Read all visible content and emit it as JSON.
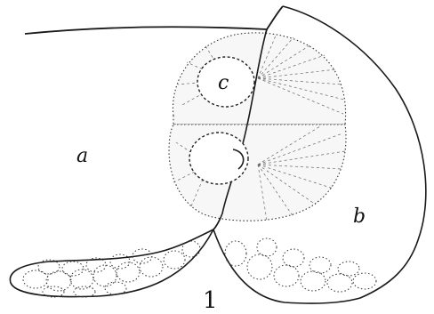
{
  "labels": {
    "a": "a",
    "b": "b",
    "c": "c",
    "figure_number": "1"
  },
  "colors": {
    "ink": "#1a1a1a",
    "dotted_ink": "#333333",
    "background": "#ffffff"
  }
}
